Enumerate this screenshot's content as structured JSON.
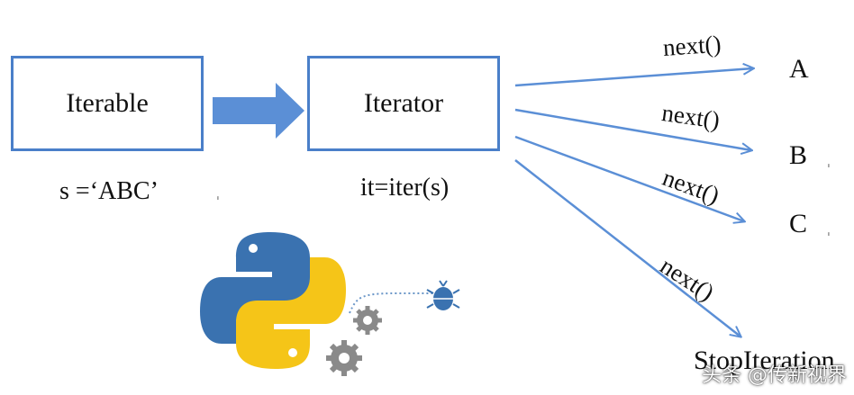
{
  "nodes": {
    "iterable": "Iterable",
    "iterator": "Iterator"
  },
  "labels": {
    "source_code": "s =‘ABC’",
    "iter_code": "it=iter(s)"
  },
  "calls": [
    {
      "label": "next()",
      "result": "A"
    },
    {
      "label": "next()",
      "result": "B"
    },
    {
      "label": "next()",
      "result": "C"
    },
    {
      "label": "next()",
      "result": "StopIteration"
    }
  ],
  "watermark": "头条 @传新视界",
  "colors": {
    "border": "#4a7fc9",
    "arrow": "#5b8fd6",
    "python_blue": "#3a72b0",
    "python_yellow": "#f5c518",
    "gear": "#8a8a8a"
  },
  "icons": [
    "python-logo-icon",
    "gear-icon",
    "bug-icon"
  ]
}
